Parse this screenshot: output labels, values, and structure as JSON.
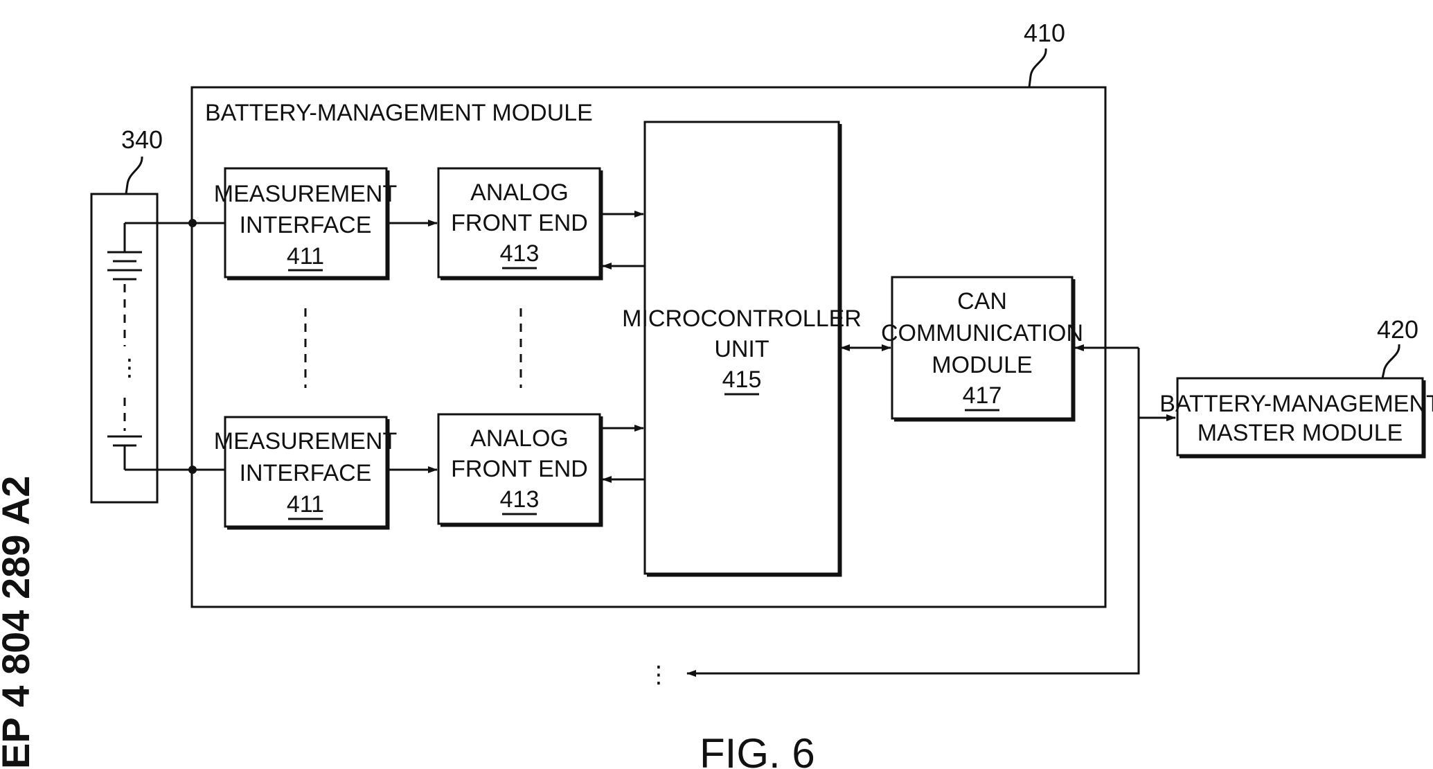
{
  "figure": {
    "caption": "FIG. 6",
    "publication_number": "EP 4 804 289 A2"
  },
  "refs": {
    "module": "410",
    "battery": "340",
    "master": "420"
  },
  "module": {
    "title": "BATTERY-MANAGEMENT MODULE"
  },
  "blocks": {
    "mi1": {
      "lines": [
        "MEASUREMENT",
        "INTERFACE"
      ],
      "num": "411"
    },
    "mi2": {
      "lines": [
        "MEASUREMENT",
        "INTERFACE"
      ],
      "num": "411"
    },
    "afe1": {
      "lines": [
        "ANALOG",
        "FRONT END"
      ],
      "num": "413"
    },
    "afe2": {
      "lines": [
        "ANALOG",
        "FRONT END"
      ],
      "num": "413"
    },
    "mcu": {
      "lines": [
        "MICROCONTROLLER",
        "UNIT"
      ],
      "num": "415"
    },
    "can": {
      "lines": [
        "CAN",
        "COMMUNICATION",
        "MODULE"
      ],
      "num": "417"
    },
    "master": {
      "lines": [
        "BATTERY-MANAGEMENT",
        "MASTER MODULE"
      ]
    }
  },
  "ellipsis": {
    "battery": "⋮",
    "bottom": "⋮"
  }
}
